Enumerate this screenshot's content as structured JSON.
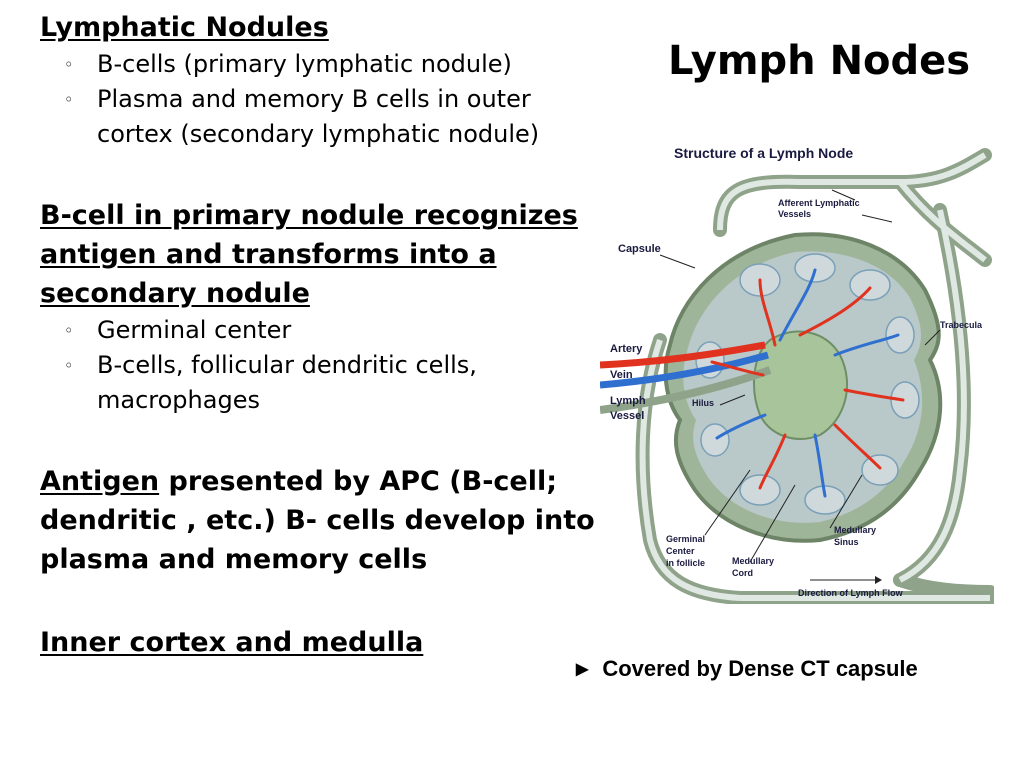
{
  "title": "Lymph Nodes",
  "sections": {
    "s1": {
      "heading": "Lymphatic Nodules",
      "bullets": [
        "B-cells (primary lymphatic nodule)",
        "Plasma and memory B cells in outer cortex (secondary lymphatic nodule)"
      ]
    },
    "s2": {
      "heading_lines": [
        "B-cell in primary nodule recognizes",
        "antigen and transforms into a",
        "secondary nodule"
      ],
      "bullets": [
        "Germinal center",
        "B-cells, follicular dendritic cells, macrophages"
      ]
    },
    "s3": {
      "heading_underlined": "Antigen",
      "heading_rest_line1": " presented by APC (B-cell;",
      "heading_line2": "dendritic , etc.) B- cells develop into",
      "heading_line3": "plasma and memory cells"
    },
    "s4": {
      "heading": "Inner cortex and medulla"
    }
  },
  "diagram": {
    "title": "Structure of a Lymph Node",
    "labels": {
      "afferent": "Afferent Lymphatic",
      "vessels": "Vessels",
      "capsule": "Capsule",
      "trabecula": "Trabecula",
      "artery": "Artery",
      "vein": "Vein",
      "lymph": "Lymph",
      "vessel": "Vessel",
      "hilus": "Hilus",
      "germinal": "Germinal",
      "center": "Center",
      "in_follicle": "in follicle",
      "medullary_cord_1": "Medullary",
      "medullary_cord_2": "Cord",
      "medullary_sinus_1": "Medullary",
      "medullary_sinus_2": "Sinus",
      "direction": "Direction of Lymph Flow"
    }
  },
  "note": {
    "icon": "triangle-right-icon",
    "text": "Covered by Dense CT capsule"
  },
  "colors": {
    "artery": "#e0321e",
    "vein": "#2f6fd0",
    "tissue": "#9fb59a",
    "cortex": "#b9c8c8"
  }
}
